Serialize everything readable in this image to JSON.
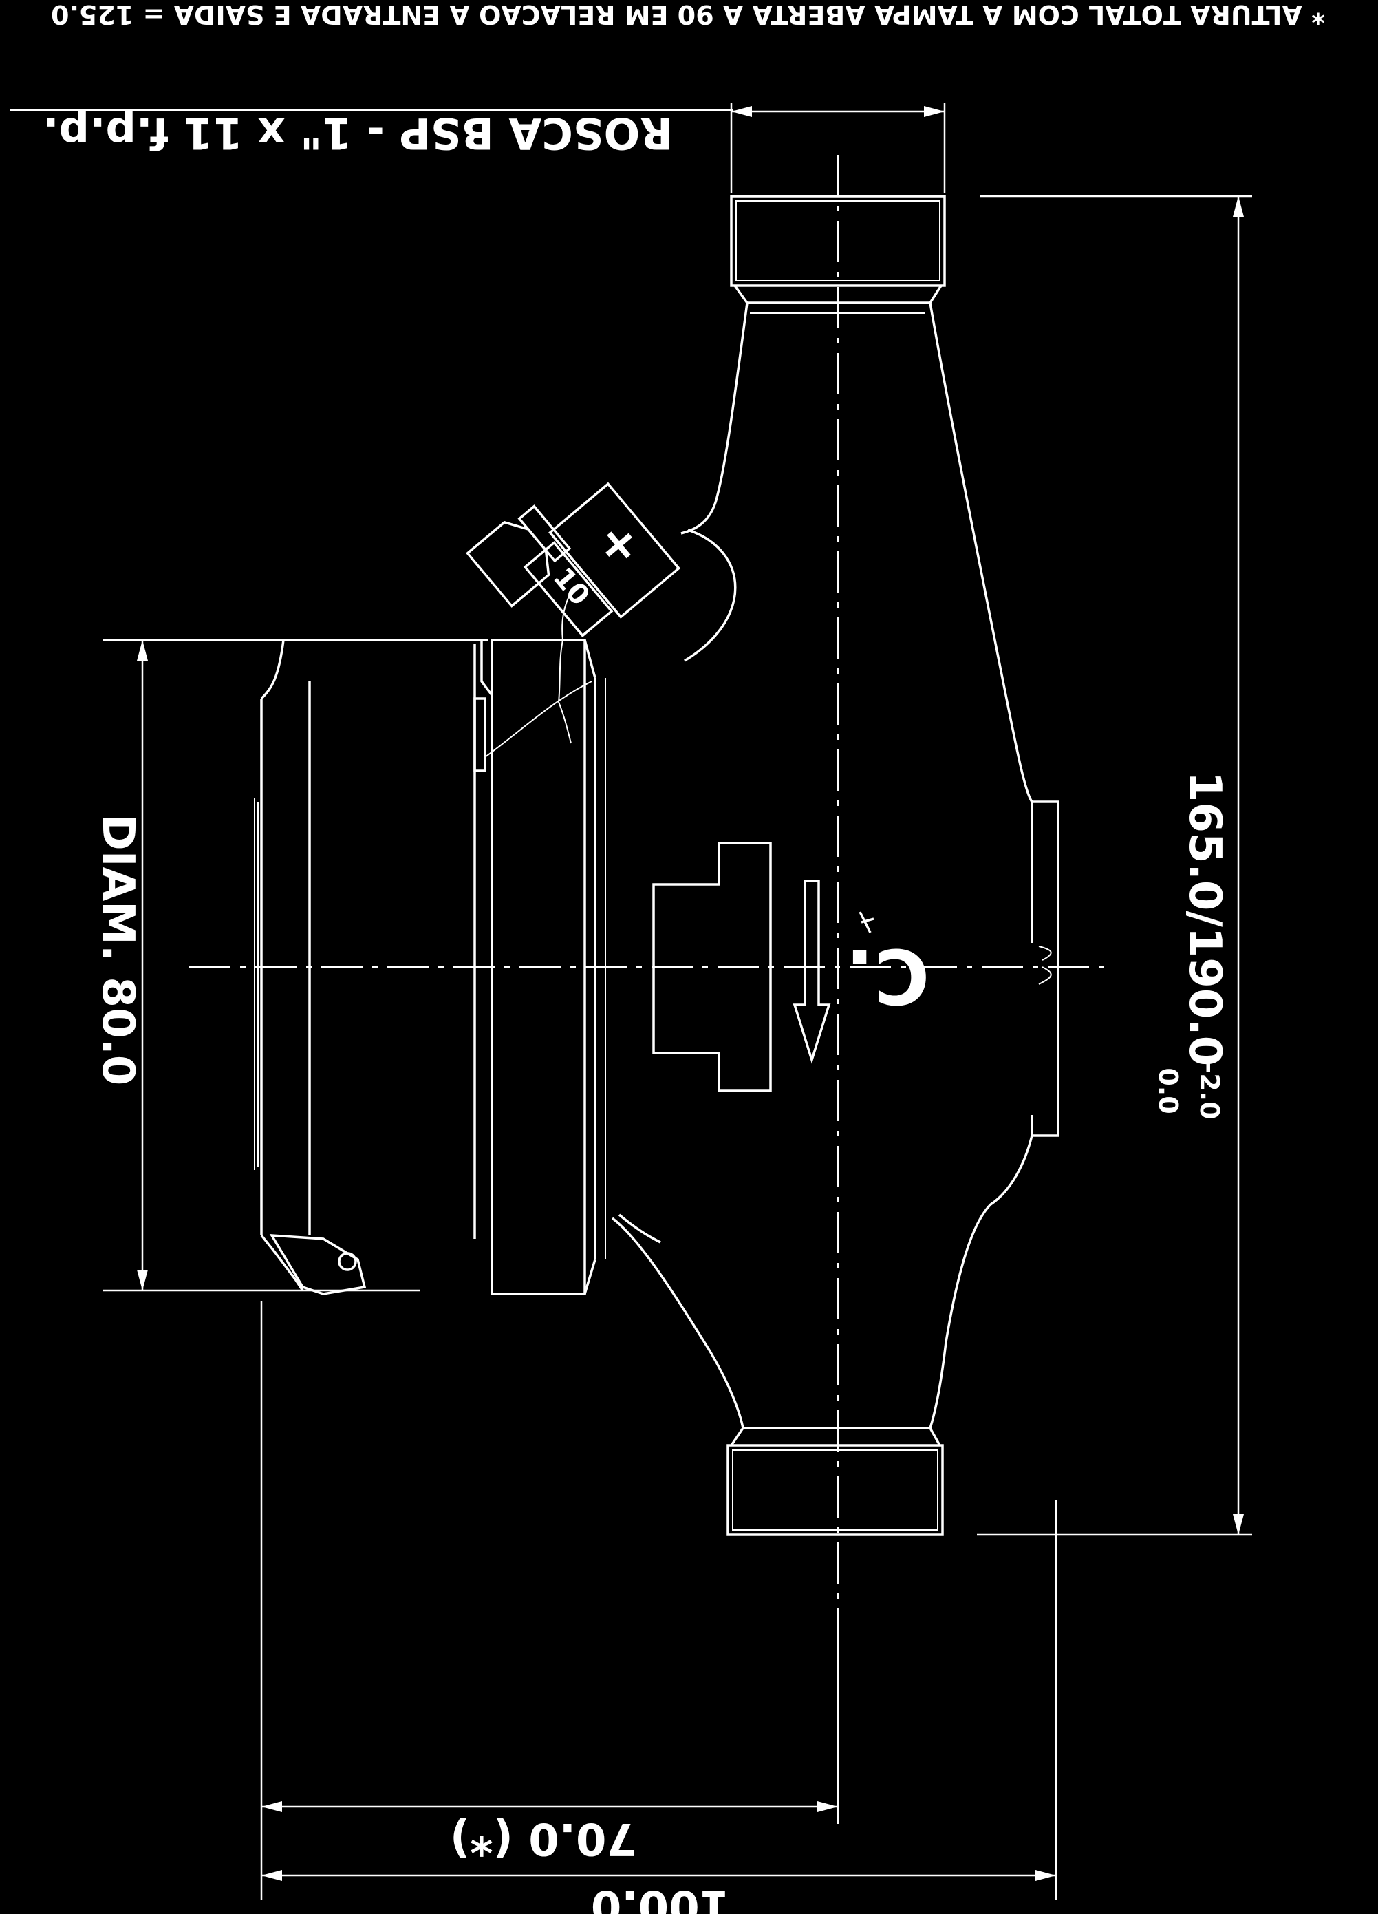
{
  "drawing": {
    "note": "* ALTURA TOTAL COM A TAMPA ABERTA A 90 EM RELACAO A ENTRADA E SAIDA = 125.0",
    "thread_spec": "ROSCA BSP - 1\" x 11 f.p.p.",
    "diameter": "DIAM. 80.0",
    "length_main": "165.0/190.0",
    "length_tol_upper": "0.0",
    "length_tol_lower": "-2.0",
    "height_star": "70.0 (*)",
    "height_total": "100.0",
    "body_mark": "C.",
    "cap_mark": "+",
    "ring_mark": "10"
  },
  "colors": {
    "background": "#000000",
    "line": "#ffffff"
  }
}
